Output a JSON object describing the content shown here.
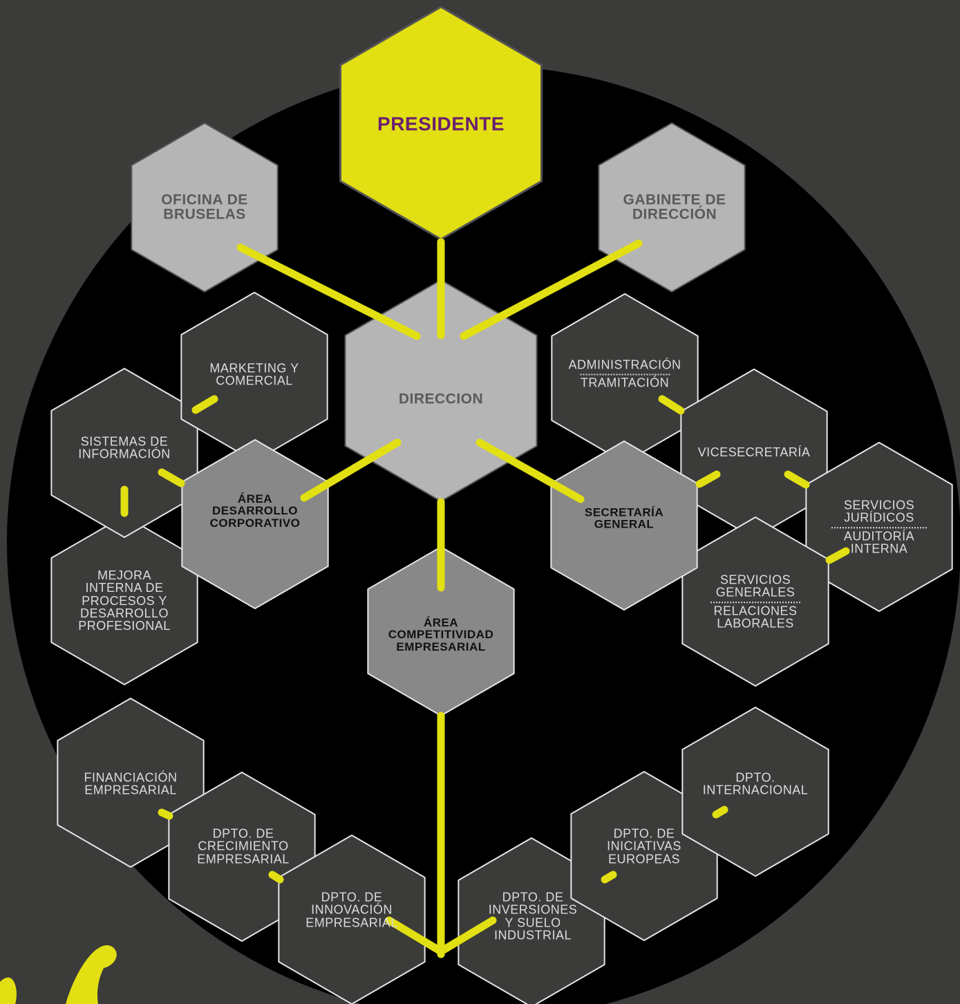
{
  "colors": {
    "background": "#3b3b3a",
    "circle": "#000000",
    "connector": "#e2e012",
    "president_fill": "#e2e012",
    "president_text": "#6a1f6e",
    "level1_fill": "#b5b5b5",
    "level2_fill": "#888888",
    "dept_fill": "#3b3b3a",
    "dept_stroke": "#e6e6e6"
  },
  "nodes": {
    "presidente": {
      "line1": "PRESIDENTE"
    },
    "oficina_bruselas": {
      "line1": "OFICINA DE",
      "line2": "BRUSELAS"
    },
    "gabinete": {
      "line1": "GABINETE DE",
      "line2": "DIRECCIÓN"
    },
    "direccion": {
      "line1": "DIRECCION"
    },
    "marketing": {
      "line1": "MARKETING Y",
      "line2": "COMERCIAL"
    },
    "sistemas": {
      "line1": "SISTEMAS DE",
      "line2": "INFORMACIÓN"
    },
    "area_desarrollo": {
      "line1": "ÁREA",
      "line2": "DESARROLLO",
      "line3": "CORPORATIVO"
    },
    "mejora": {
      "line1": "MEJORA",
      "line2": "INTERNA DE",
      "line3": "PROCESOS Y",
      "line4": "DESARROLLO",
      "line5": "PROFESIONAL"
    },
    "administracion": {
      "top": "ADMINISTRACIÓN",
      "bottom": "TRAMITACIÓN"
    },
    "vicesecretaria": {
      "line1": "VICESECRETARÍA"
    },
    "secretaria": {
      "line1": "SECRETARÍA",
      "line2": "GENERAL"
    },
    "juridicos": {
      "top1": "SERVICIOS",
      "top2": "JURÍDICOS",
      "bottom1": "AUDITORÍA",
      "bottom2": "INTERNA"
    },
    "generales": {
      "top1": "SERVICIOS",
      "top2": "GENERALES",
      "bottom1": "RELACIONES",
      "bottom2": "LABORALES"
    },
    "area_competitividad": {
      "line1": "ÁREA",
      "line2": "COMPETITIVIDAD",
      "line3": "EMPRESARIAL"
    },
    "financiacion": {
      "line1": "FINANCIACIÓN",
      "line2": "EMPRESARIAL"
    },
    "crecimiento": {
      "line1": "DPTO. DE",
      "line2": "CRECIMIENTO",
      "line3": "EMPRESARIAL"
    },
    "innovacion": {
      "line1": "DPTO. DE",
      "line2": "INNOVACIÓN",
      "line3": "EMPRESARIAL"
    },
    "inversiones": {
      "line1": "DPTO. DE",
      "line2": "INVERSIONES",
      "line3": "Y SUELO",
      "line4": "INDUSTRIAL"
    },
    "iniciativas": {
      "line1": "DPTO. DE",
      "line2": "INICIATIVAS",
      "line3": "EUROPEAS"
    },
    "internacional": {
      "line1": "DPTO.",
      "line2": "INTERNACIONAL"
    }
  }
}
